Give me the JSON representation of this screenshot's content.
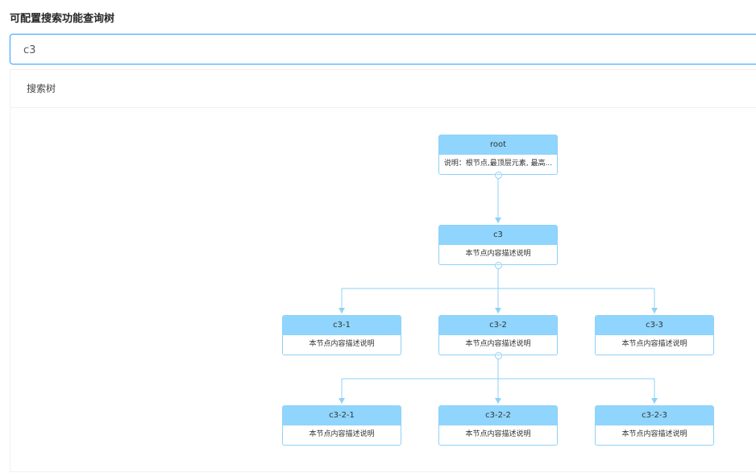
{
  "page_title": "可配置搜索功能查询树",
  "search": {
    "value": "c3"
  },
  "card": {
    "title": "搜索树"
  },
  "colors": {
    "node_header": "#8fd5fd",
    "edge": "#8fd1f7",
    "focus_border": "#40a9ff"
  },
  "tree": {
    "root": {
      "name": "root",
      "desc": "说明：根节点,最顶层元素, 最高..."
    },
    "c3": {
      "name": "c3",
      "desc": "本节点内容描述说明"
    },
    "c3_1": {
      "name": "c3-1",
      "desc": "本节点内容描述说明"
    },
    "c3_2": {
      "name": "c3-2",
      "desc": "本节点内容描述说明"
    },
    "c3_3": {
      "name": "c3-3",
      "desc": "本节点内容描述说明"
    },
    "c3_2_1": {
      "name": "c3-2-1",
      "desc": "本节点内容描述说明"
    },
    "c3_2_2": {
      "name": "c3-2-2",
      "desc": "本节点内容描述说明"
    },
    "c3_2_3": {
      "name": "c3-2-3",
      "desc": "本节点内容描述说明"
    }
  }
}
